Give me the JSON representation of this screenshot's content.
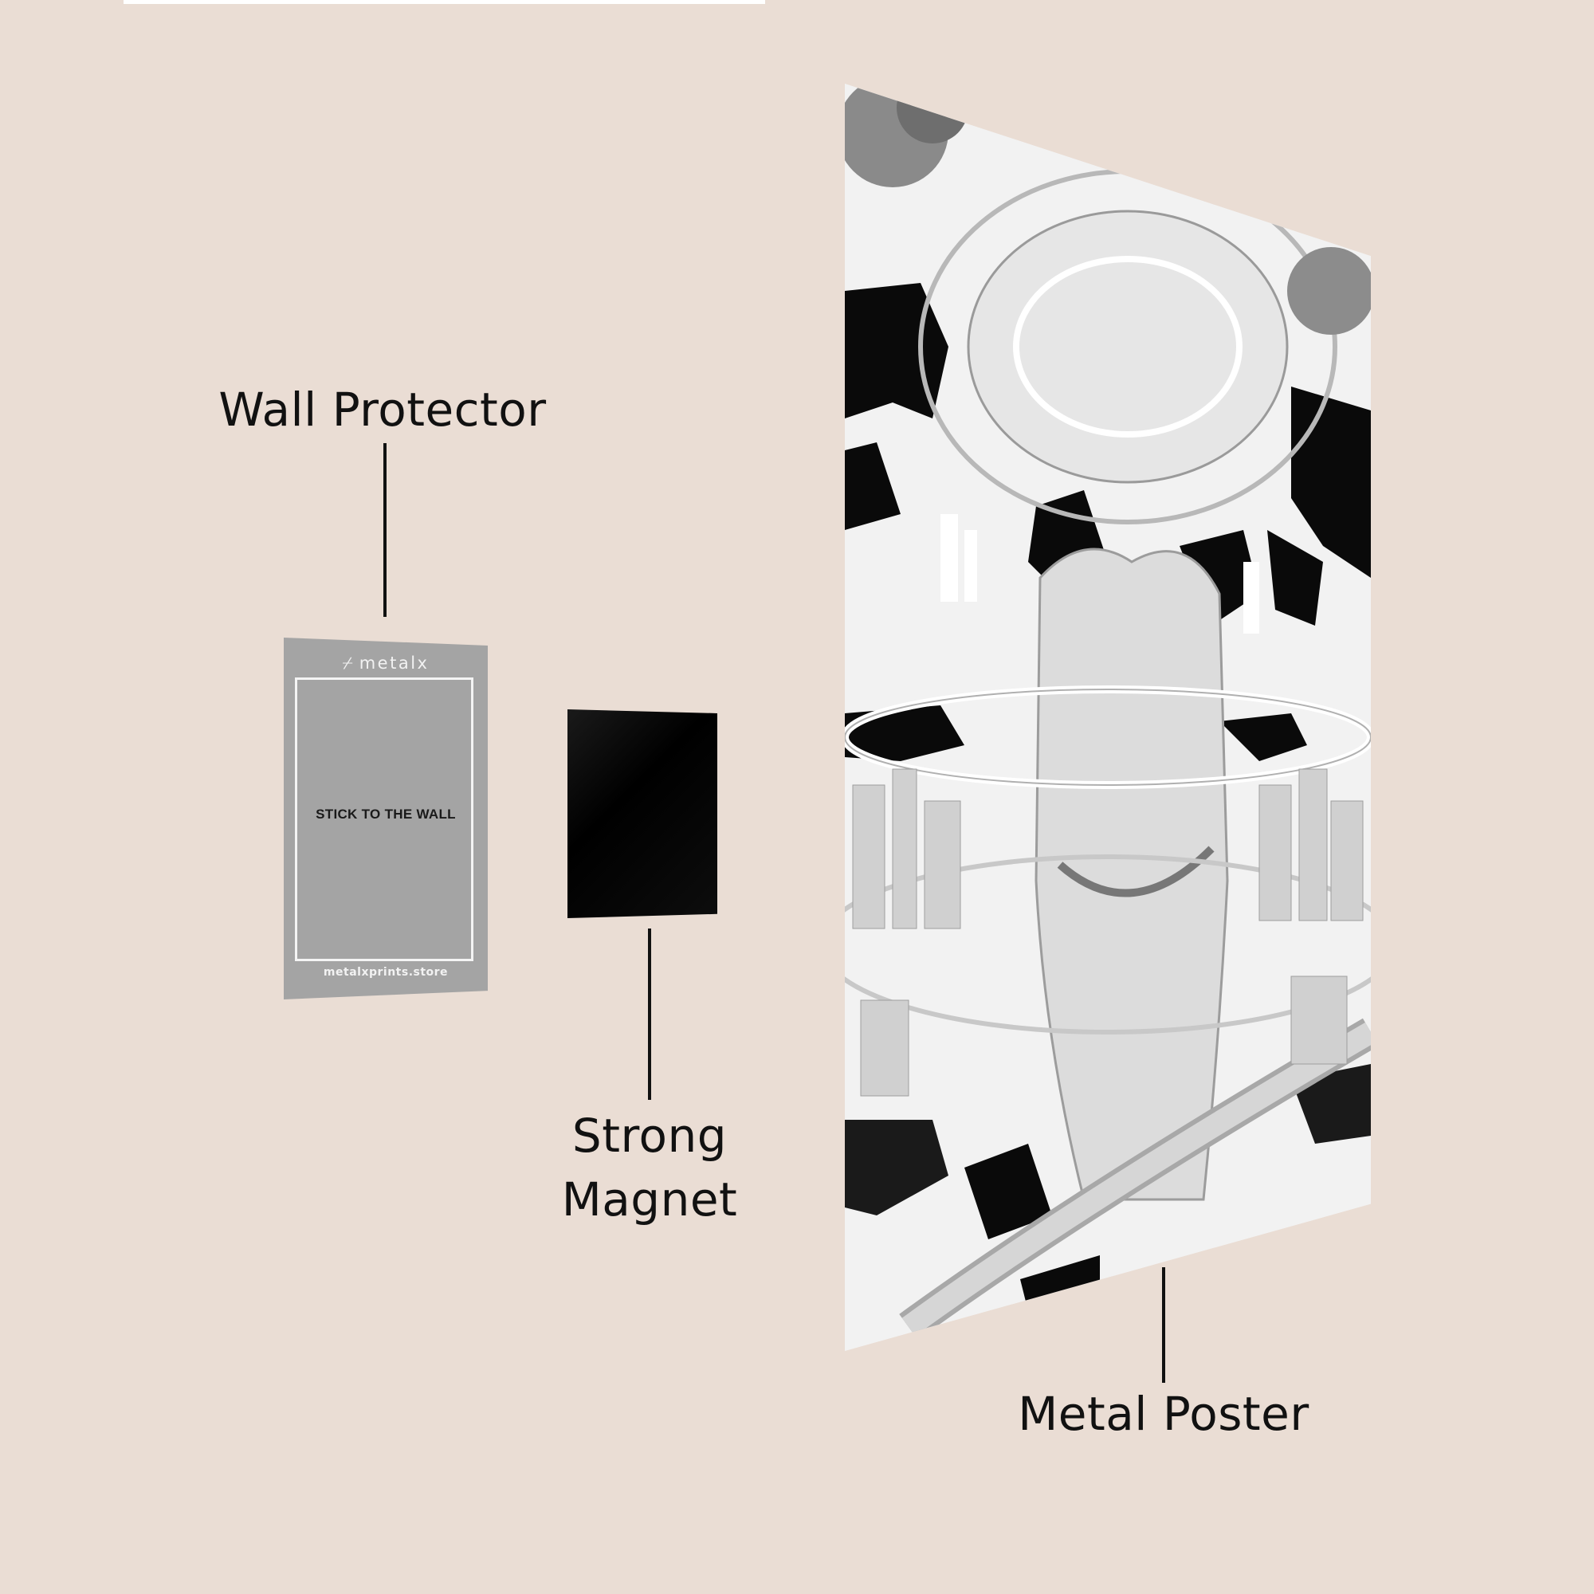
{
  "labels": {
    "wall_protector": "Wall Protector",
    "strong_magnet_line1": "Strong",
    "strong_magnet_line2": "Magnet",
    "metal_poster": "Metal Poster"
  },
  "wall_protector_card": {
    "brand": "metalx",
    "brand_icon": "metalx-logo-icon",
    "instruction": "STICK TO THE WALL",
    "website": "metalxprints.store",
    "color": "#a4a4a4"
  },
  "magnet": {
    "color": "#000000"
  },
  "colors": {
    "background": "#eaddd4",
    "text": "#111111",
    "poster_light": "#f4f4f4",
    "poster_dark": "#000000"
  }
}
